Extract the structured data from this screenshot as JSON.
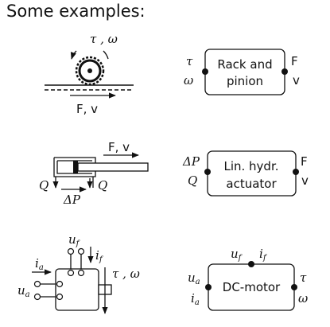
{
  "title": "Some examples:",
  "examples": [
    {
      "physical": {
        "top_label": "τ , ω",
        "bottom_label": "F, v"
      },
      "block": {
        "line1": "Rack and",
        "line2": "pinion",
        "left_top": "τ",
        "left_bottom": "ω",
        "right_top": "F",
        "right_bottom": "v"
      }
    },
    {
      "physical": {
        "top_label": "F, v",
        "left_label": "Q",
        "right_label": "Q",
        "bottom_label": "ΔP"
      },
      "block": {
        "line1": "Lin. hydr.",
        "line2": "actuator",
        "left_top": "ΔP",
        "left_bottom": "Q",
        "right_top": "F",
        "right_bottom": "v"
      }
    },
    {
      "physical": {
        "uf_base": "u",
        "uf_sub": "f",
        "if_base": "i",
        "if_sub": "f",
        "ia_base": "i",
        "ia_sub": "a",
        "ua_base": "u",
        "ua_sub": "a",
        "torque_label": "τ , ω"
      },
      "block": {
        "label": "DC-motor",
        "top_u_base": "u",
        "top_u_sub": "f",
        "top_i_base": "i",
        "top_i_sub": "f",
        "left_u_base": "u",
        "left_u_sub": "a",
        "left_i_base": "i",
        "left_i_sub": "a",
        "right_top": "τ",
        "right_bottom": "ω"
      }
    }
  ]
}
